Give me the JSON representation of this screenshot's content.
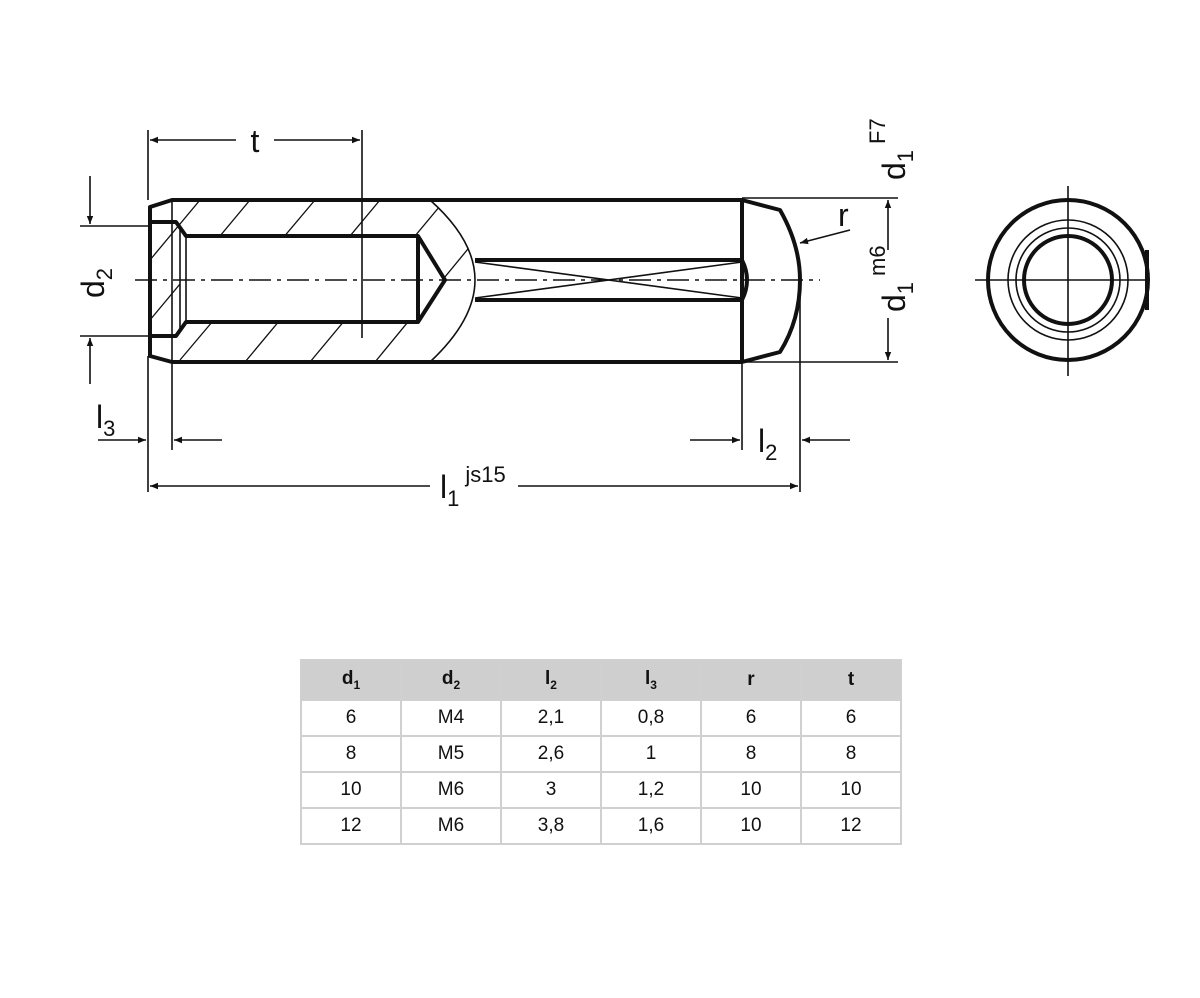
{
  "drawing": {
    "labels": {
      "t": "t",
      "d2_main": "d",
      "d2_sub": "2",
      "d1_sub": "1",
      "m6": "m6",
      "d1b_sub": "1",
      "F7": "F7",
      "r": "r",
      "l3_main": "l",
      "l3_sub": "3",
      "l2_main": "l",
      "l2_sub": "2",
      "l1_main": "l",
      "l1_sub": "1",
      "js15": "js15",
      "d_letter": "d"
    }
  },
  "table": {
    "headers": [
      {
        "main": "d",
        "sub": "1"
      },
      {
        "main": "d",
        "sub": "2"
      },
      {
        "main": "l",
        "sub": "2"
      },
      {
        "main": "l",
        "sub": "3"
      },
      {
        "main": "r",
        "sub": ""
      },
      {
        "main": "t",
        "sub": ""
      }
    ],
    "rows": [
      [
        "6",
        "M4",
        "2,1",
        "0,8",
        "6",
        "6"
      ],
      [
        "8",
        "M5",
        "2,6",
        "1",
        "8",
        "8"
      ],
      [
        "10",
        "M6",
        "3",
        "1,2",
        "10",
        "10"
      ],
      [
        "12",
        "M6",
        "3,8",
        "1,6",
        "10",
        "12"
      ]
    ]
  }
}
